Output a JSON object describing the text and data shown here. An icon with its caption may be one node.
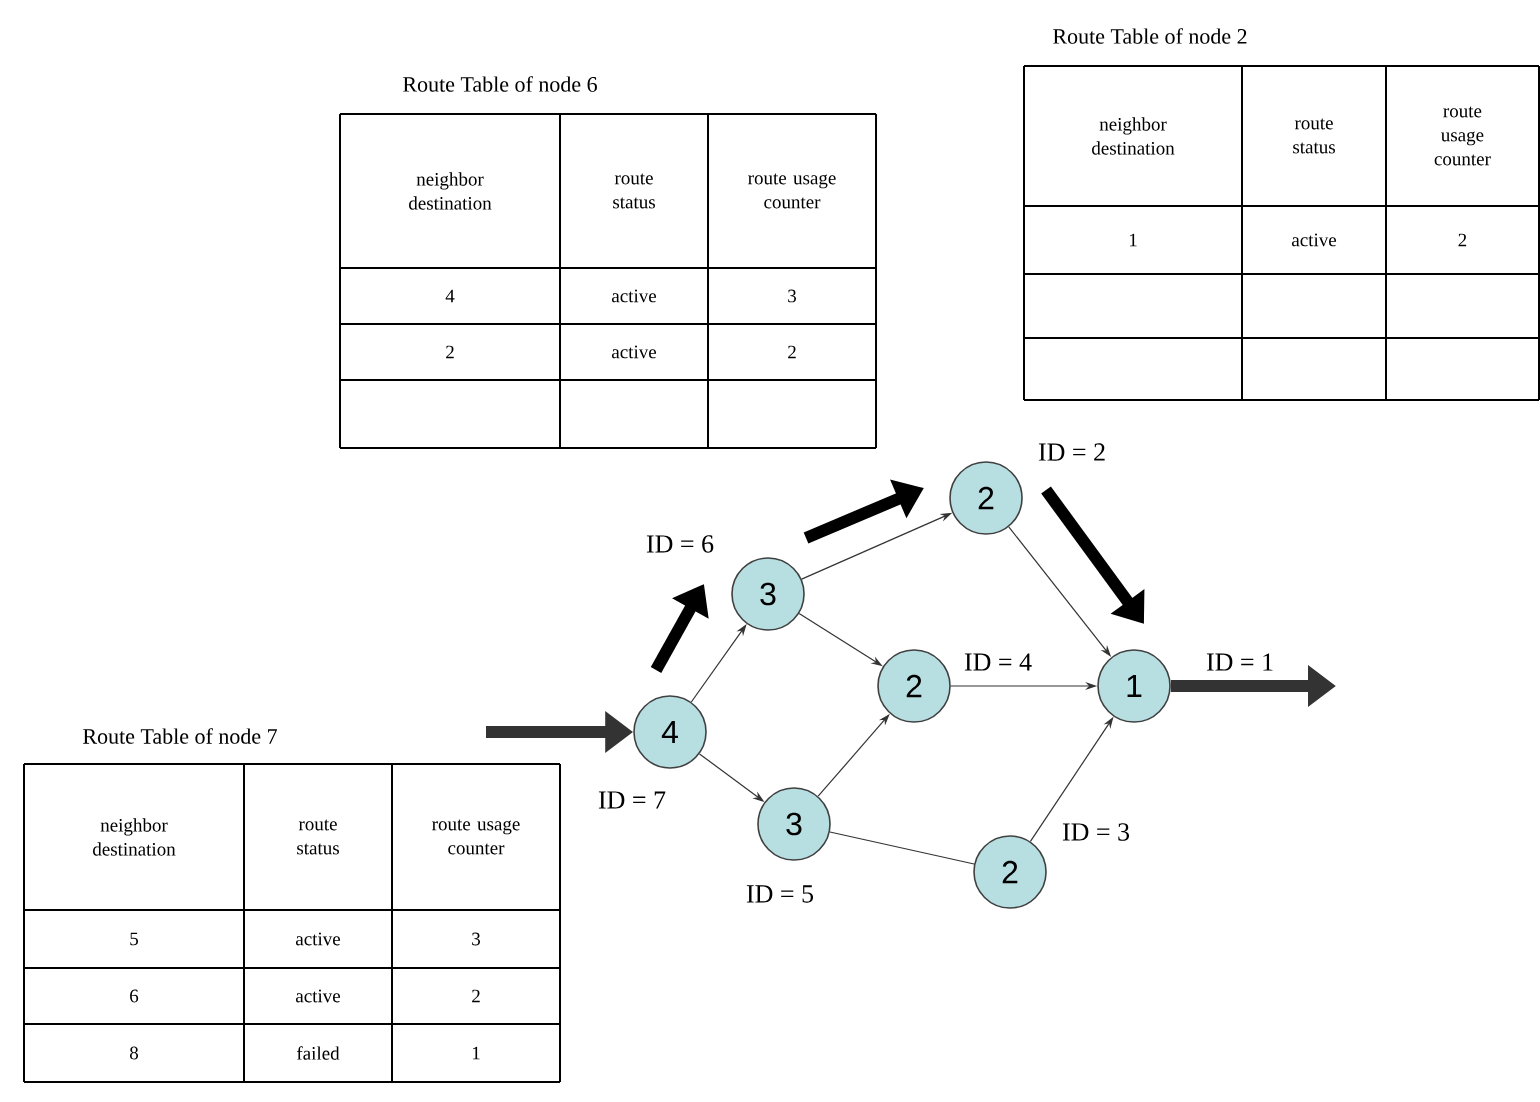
{
  "diagram": {
    "nodes": [
      {
        "text": [
          "4"
        ],
        "beside": [
          "ID = 7"
        ]
      },
      {
        "text": [
          "3"
        ],
        "beside": [
          "ID = 6"
        ]
      },
      {
        "text": [
          "2"
        ],
        "beside": [
          "ID = 2"
        ]
      },
      {
        "text": [
          "2"
        ],
        "beside": [
          "ID = 4"
        ]
      },
      {
        "text": [
          "1"
        ],
        "beside": [
          "ID = 1"
        ]
      },
      {
        "text": [
          "3"
        ],
        "beside": [
          "ID = 5"
        ]
      },
      {
        "text": [
          "2"
        ],
        "beside": [
          "ID = 3"
        ]
      }
    ],
    "edges": [
      {
        "from": 0,
        "to": 1,
        "arrow": "to"
      },
      {
        "from": 0,
        "to": 5,
        "arrow": "to"
      },
      {
        "from": 1,
        "to": 2,
        "arrow": "to"
      },
      {
        "from": 1,
        "to": 3,
        "arrow": "to"
      },
      {
        "from": 2,
        "to": 4,
        "arrow": "to"
      },
      {
        "from": 3,
        "to": 4,
        "arrow": "to"
      },
      {
        "from": 5,
        "to": 3,
        "arrow": "to"
      },
      {
        "from": 5,
        "to": 6,
        "arrow": "none"
      },
      {
        "from": 6,
        "to": 4,
        "arrow": "to"
      },
      {
        "from": null,
        "to": 0,
        "arrow": "to",
        "style": "thick"
      },
      {
        "from": 4,
        "to": null,
        "arrow": "to",
        "style": "thick"
      }
    ],
    "labels": [
      "Route Table of node 6",
      "neighbor destination",
      "route status",
      "route usage counter",
      "4",
      "active",
      "3",
      "2",
      "active",
      "2",
      "Route Table of node 2",
      "neighbor destination",
      "route status",
      "route usage counter",
      "1",
      "active",
      "2",
      "Route Table of node 7",
      "neighbor destination",
      "route status",
      "route usage counter",
      "5",
      "active",
      "3",
      "6",
      "active",
      "2",
      "8",
      "failed",
      "1"
    ]
  }
}
